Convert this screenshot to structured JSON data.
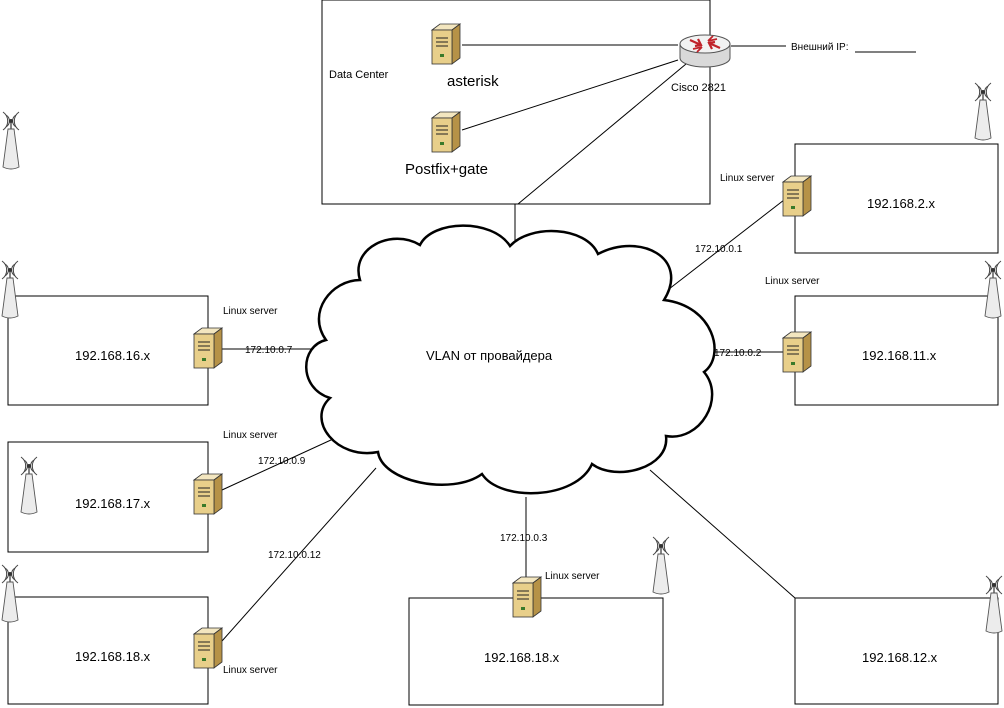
{
  "datacenter": {
    "label": "Data Center",
    "server_asterisk": "asterisk",
    "server_postfix": "Postfix+gate",
    "router": "Cisco 2821",
    "external_ip": "Внешний IP:"
  },
  "cloud": {
    "label": "VLAN от провайдера"
  },
  "branches": {
    "b2": {
      "network": "192.168.2.x",
      "link_ip": "172.10.0.1",
      "server": "Linux server"
    },
    "b11": {
      "network": "192.168.11.x",
      "link_ip": "172.10.0.2",
      "server": "Linux server"
    },
    "b16": {
      "network": "192.168.16.x",
      "link_ip": "172.10.0.7",
      "server": "Linux server"
    },
    "b17": {
      "network": "192.168.17.x",
      "link_ip": "172.10.0.9",
      "server": "Linux server"
    },
    "b18a": {
      "network": "192.168.18.x",
      "link_ip": "172.10.0.12",
      "server": "Linux server"
    },
    "b18b": {
      "network": "192.168.18.x",
      "link_ip": "172.10.0.3",
      "server": "Linux server"
    },
    "b12": {
      "network": "192.168.12.x"
    }
  },
  "icons": {
    "server": "server-tower-icon",
    "router": "router-icon",
    "access_point": "wireless-antenna-icon",
    "cloud": "cloud-icon"
  },
  "colors": {
    "server": "#e8cf8a",
    "router_arrows": "#c0222a",
    "line": "#000000"
  }
}
